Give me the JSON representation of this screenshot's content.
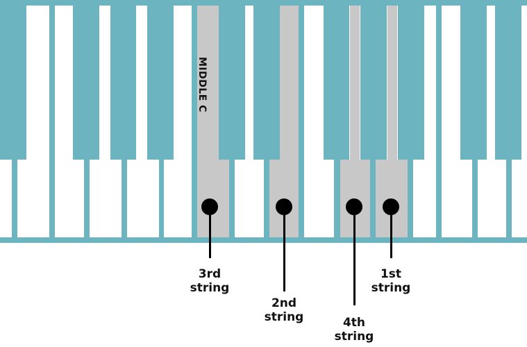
{
  "title": "Piano keyboard with string tuning notes",
  "middle_c_label": "MIDDLE C",
  "strings": [
    {
      "name": "3rd",
      "label_line1": "3rd",
      "label_line2": "string"
    },
    {
      "name": "2nd",
      "label_line1": "2nd",
      "label_line2": "string"
    },
    {
      "name": "4th",
      "label_line1": "4th",
      "label_line2": "string"
    },
    {
      "name": "1st",
      "label_line1": "1st",
      "label_line2": "string"
    }
  ],
  "colors": {
    "keys": "#6cb4bf",
    "highlight": "#c8c8c8",
    "marker": "#000000"
  }
}
